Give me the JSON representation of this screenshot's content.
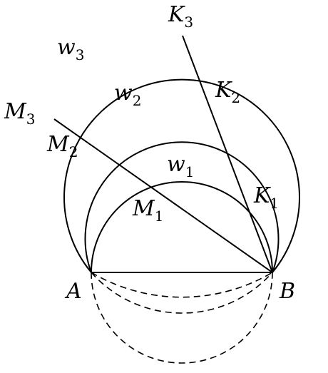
{
  "diagram": {
    "stroke_color": "#000000",
    "background": "#ffffff",
    "labels": {
      "A": {
        "main": "A",
        "sub": ""
      },
      "B": {
        "main": "B",
        "sub": ""
      },
      "M1": {
        "main": "M",
        "sub": "1"
      },
      "M2": {
        "main": "M",
        "sub": "2"
      },
      "M3": {
        "main": "M",
        "sub": "3"
      },
      "K1": {
        "main": "K",
        "sub": "1"
      },
      "K2": {
        "main": "K",
        "sub": "2"
      },
      "K3": {
        "main": "K",
        "sub": "3"
      },
      "w1": {
        "main": "w",
        "sub": "1"
      },
      "w2": {
        "main": "w",
        "sub": "2"
      },
      "w3": {
        "main": "w",
        "sub": "3"
      }
    }
  }
}
